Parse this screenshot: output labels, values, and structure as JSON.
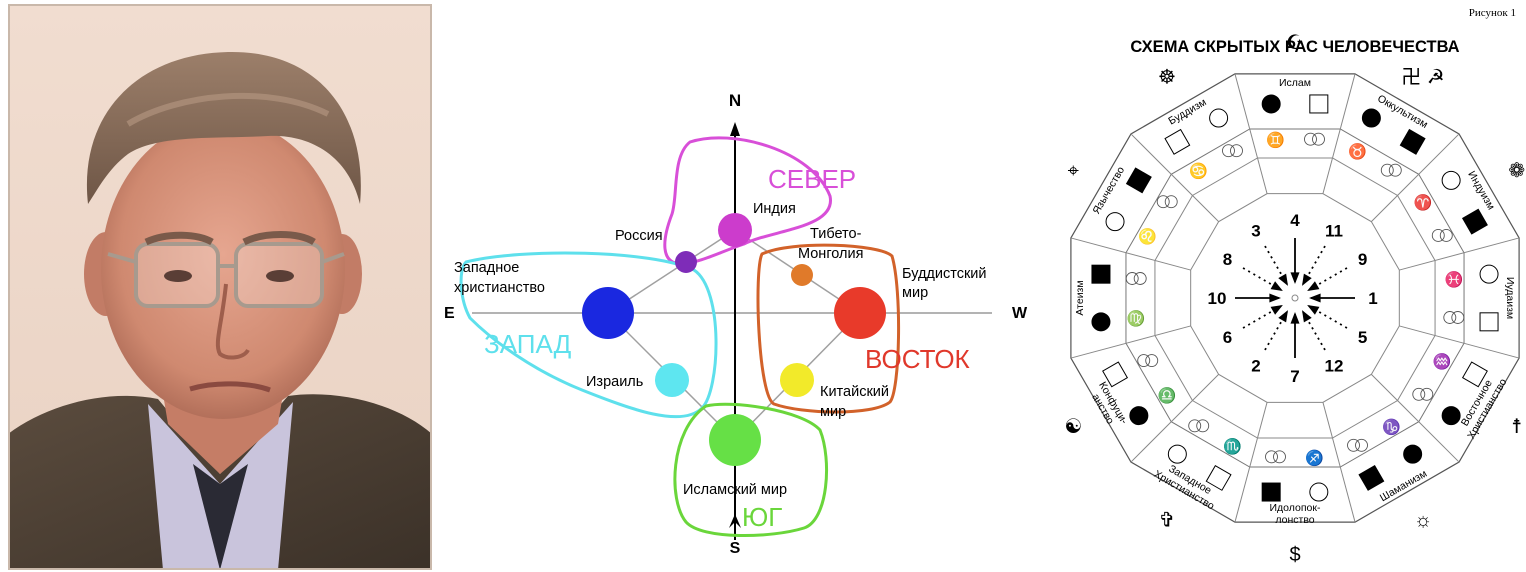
{
  "compass": {
    "axis": {
      "north": "N",
      "south": "S",
      "east": "E",
      "west": "W"
    },
    "regions": {
      "north": "СЕВЕР",
      "west": "ЗАПАД",
      "east": "ВОСТОК",
      "south": "ЮГ"
    },
    "nodes": {
      "india": "Индия",
      "russia": "Россия",
      "western_christianity": [
        "Западное",
        "христианство"
      ],
      "tibet_mongolia": [
        "Тибето-",
        "Монголия"
      ],
      "buddhist_world": [
        "Буддистский",
        "мир"
      ],
      "israel": "Израиль",
      "chinese_world": [
        "Китайский",
        "мир"
      ],
      "islamic_world": "Исламский мир"
    },
    "colors": {
      "north": "#d84fd8",
      "west": "#5ee0ec",
      "east": "#d2622a",
      "east_label": "#e0382b",
      "south": "#6ad63b",
      "india": "#cc3ccc",
      "russia": "#7e2cb8",
      "western_christianity": "#1a28e0",
      "tibet_mongolia": "#e07a2a",
      "buddhist_world": "#e83a2a",
      "israel": "#5ee6f0",
      "chinese_world": "#f2ea2a",
      "islamic_world": "#66e046"
    }
  },
  "wheel": {
    "figure_label": "Рисунок 1",
    "title": "СХЕМА СКРЫТЫХ РАС ЧЕЛОВЕЧЕСТВА",
    "segments": [
      {
        "label": "Ислам",
        "symbol": "☪",
        "pair": [
          "filled-circle",
          "square"
        ]
      },
      {
        "label": "Оккультизм",
        "symbol": "卍 ☭",
        "pair": [
          "filled-circle",
          "filled-square"
        ]
      },
      {
        "label": "Индуизм",
        "symbol": "❁",
        "pair": [
          "circle",
          "filled-square"
        ]
      },
      {
        "label": "Иудаизм",
        "symbol": "✡",
        "pair": [
          "circle",
          "square"
        ]
      },
      {
        "label": [
          "Восточное",
          "Христианство"
        ],
        "symbol": "☨",
        "pair": [
          "square",
          "filled-circle"
        ]
      },
      {
        "label": "Шаманизм",
        "symbol": "☼",
        "pair": [
          "filled-circle",
          "filled-square"
        ]
      },
      {
        "label": [
          "Идолопок-",
          "лонство"
        ],
        "symbol": "$",
        "pair": [
          "circle",
          "filled-square"
        ]
      },
      {
        "label": [
          "Западное",
          "Христианство"
        ],
        "symbol": "✞",
        "pair": [
          "square",
          "circle"
        ]
      },
      {
        "label": [
          "Конфуци-",
          "анство"
        ],
        "symbol": "☯",
        "pair": [
          "filled-circle",
          "square"
        ]
      },
      {
        "label": "Атеизм",
        "symbol": "★",
        "pair": [
          "filled-circle",
          "filled-square"
        ]
      },
      {
        "label": "Язычество",
        "symbol": "⌖",
        "pair": [
          "circle",
          "filled-square"
        ]
      },
      {
        "label": "Буддизм",
        "symbol": "☸",
        "pair": [
          "square",
          "circle"
        ]
      }
    ],
    "zodiac": [
      "♊",
      "♉",
      "♈",
      "♓",
      "♒",
      "♑",
      "♐",
      "♏",
      "♎",
      "♍",
      "♌",
      "♋"
    ],
    "numbers": [
      "4",
      "11",
      "9",
      "1",
      "5",
      "12",
      "7",
      "2",
      "6",
      "10",
      "8",
      "3"
    ]
  }
}
